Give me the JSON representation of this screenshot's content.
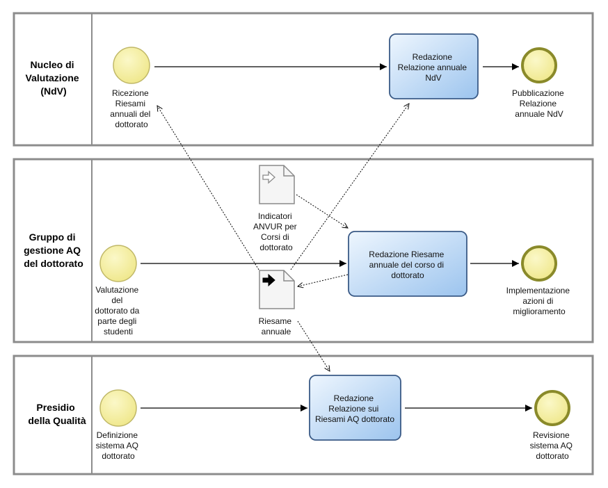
{
  "lanes": [
    {
      "id": "ndv",
      "title": [
        "Nucleo di",
        "Valutazione",
        "(NdV)"
      ]
    },
    {
      "id": "gruppo",
      "title": [
        "Gruppo di",
        "gestione AQ",
        "del dottorato"
      ]
    },
    {
      "id": "presidio",
      "title": [
        "Presidio",
        "della Qualità"
      ]
    }
  ],
  "events": [
    {
      "id": "ricezione",
      "kind": "start",
      "label": [
        "Ricezione",
        "Riesami",
        "annuali del",
        "dottorato"
      ]
    },
    {
      "id": "pubblicazione",
      "kind": "end",
      "label": [
        "Pubblicazione",
        "Relazione",
        "annuale NdV"
      ]
    },
    {
      "id": "valutazione",
      "kind": "start",
      "label": [
        "Valutazione",
        "del",
        "dottorato da",
        "parte degli",
        "studenti"
      ]
    },
    {
      "id": "implementazione",
      "kind": "end",
      "label": [
        "Implementazione",
        "azioni di",
        "miglioramento"
      ]
    },
    {
      "id": "definizione",
      "kind": "start",
      "label": [
        "Definizione",
        "sistema AQ",
        "dottorato"
      ]
    },
    {
      "id": "revisione",
      "kind": "end",
      "label": [
        "Revisione",
        "sistema AQ",
        "dottorato"
      ]
    }
  ],
  "tasks": [
    {
      "id": "redazione-ndv",
      "label": [
        "Redazione",
        "Relazione annuale",
        "NdV"
      ]
    },
    {
      "id": "redazione-riesame",
      "label": [
        "Redazione Riesame",
        "annuale del corso di",
        "dottorato"
      ]
    },
    {
      "id": "redazione-presidio",
      "label": [
        "Redazione",
        "Relazione sui",
        "Riesami AQ dottorato"
      ]
    }
  ],
  "data_objects": [
    {
      "id": "indicatori",
      "kind": "input",
      "label": [
        "Indicatori",
        "ANVUR per",
        "Corsi di",
        "dottorato"
      ]
    },
    {
      "id": "riesame",
      "kind": "output",
      "label": [
        "Riesame",
        "annuale"
      ]
    }
  ],
  "colors": {
    "lane_border": "#8c8c8c",
    "event_fill": "#f5f0a0",
    "event_stroke": "#b8b060",
    "end_stroke": "#8a8a2a",
    "task_fill_top": "#e4f0fc",
    "task_fill_bottom": "#a8ccf0",
    "task_stroke": "#3a5a86",
    "doc_fill": "#f4f4f4",
    "doc_stroke": "#8a8a8a"
  }
}
